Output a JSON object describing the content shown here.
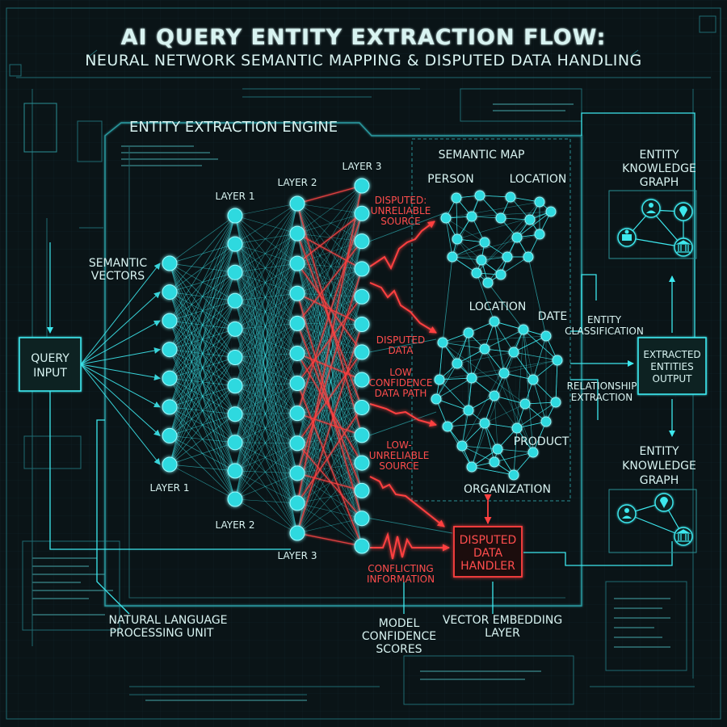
{
  "title": "AI QUERY ENTITY EXTRACTION FLOW:",
  "subtitle": "NEURAL NETWORK SEMANTIC MAPPING & DISPUTED DATA HANDLING",
  "engine_title": "ENTITY EXTRACTION ENGINE",
  "labels": {
    "query_input_1": "QUERY",
    "query_input_2": "INPUT",
    "semantic_vectors_1": "SEMANTIC",
    "semantic_vectors_2": "VECTORS",
    "layer1_top": "LAYER 1",
    "layer2_top": "LAYER 2",
    "layer3_top": "LAYER 3",
    "layer1_bottom": "LAYER 1",
    "layer2_bottom": "LAYER 2",
    "layer3_bottom": "LAYER 3",
    "semantic_map": "SEMANTIC MAP",
    "person": "PERSON",
    "location_top": "LOCATION",
    "location_mid": "LOCATION",
    "date": "DATE",
    "product": "PRODUCT",
    "organization": "ORGANIZATION",
    "entity_kg_top_1": "ENTITY",
    "entity_kg_top_2": "KNOWLEDGE",
    "entity_kg_top_3": "GRAPH",
    "entity_kg_bottom_1": "ENTITY",
    "entity_kg_bottom_2": "KNOWLEDGE",
    "entity_kg_bottom_3": "GRAPH",
    "entity_classification_1": "ENTITY",
    "entity_classification_2": "CLASSIFICATION",
    "relationship_extraction_1": "RELATIONSHIP",
    "relationship_extraction_2": "EXTRACTION",
    "extracted_1": "EXTRACTED",
    "extracted_2": "ENTITIES",
    "extracted_3": "OUTPUT",
    "nlp_unit_1": "NATURAL LANGUAGE",
    "nlp_unit_2": "PROCESSING UNIT",
    "model_conf_1": "MODEL",
    "model_conf_2": "CONFIDENCE",
    "model_conf_3": "SCORES",
    "vector_embedding_1": "VECTOR EMBEDDING",
    "vector_embedding_2": "LAYER"
  },
  "red_labels": {
    "disputed_source_1": "DISPUTED:",
    "disputed_source_2": "UNRELIABLE",
    "disputed_source_3": "SOURCE",
    "disputed_data_1": "DISPUTED",
    "disputed_data_2": "DATA",
    "low_conf_1": "LOW",
    "low_conf_2": "CONFIDENCE",
    "low_conf_3": "DATA PATH",
    "low_unreliable_1": "LOW-",
    "low_unreliable_2": "UNRELIABLE",
    "low_unreliable_3": "SOURCE",
    "conflicting_1": "CONFLICTING",
    "conflicting_2": "INFORMATION",
    "handler_1": "DISPUTED",
    "handler_2": "DATA",
    "handler_3": "HANDLER"
  },
  "colors": {
    "background": "#0a1417",
    "cyan": "#3de8ee",
    "cyan_dim": "#2a8f95",
    "red": "#ff4040",
    "text": "#d8f3f1"
  },
  "icons": [
    "person-icon",
    "location-pin-icon",
    "institution-icon",
    "people-icon"
  ]
}
